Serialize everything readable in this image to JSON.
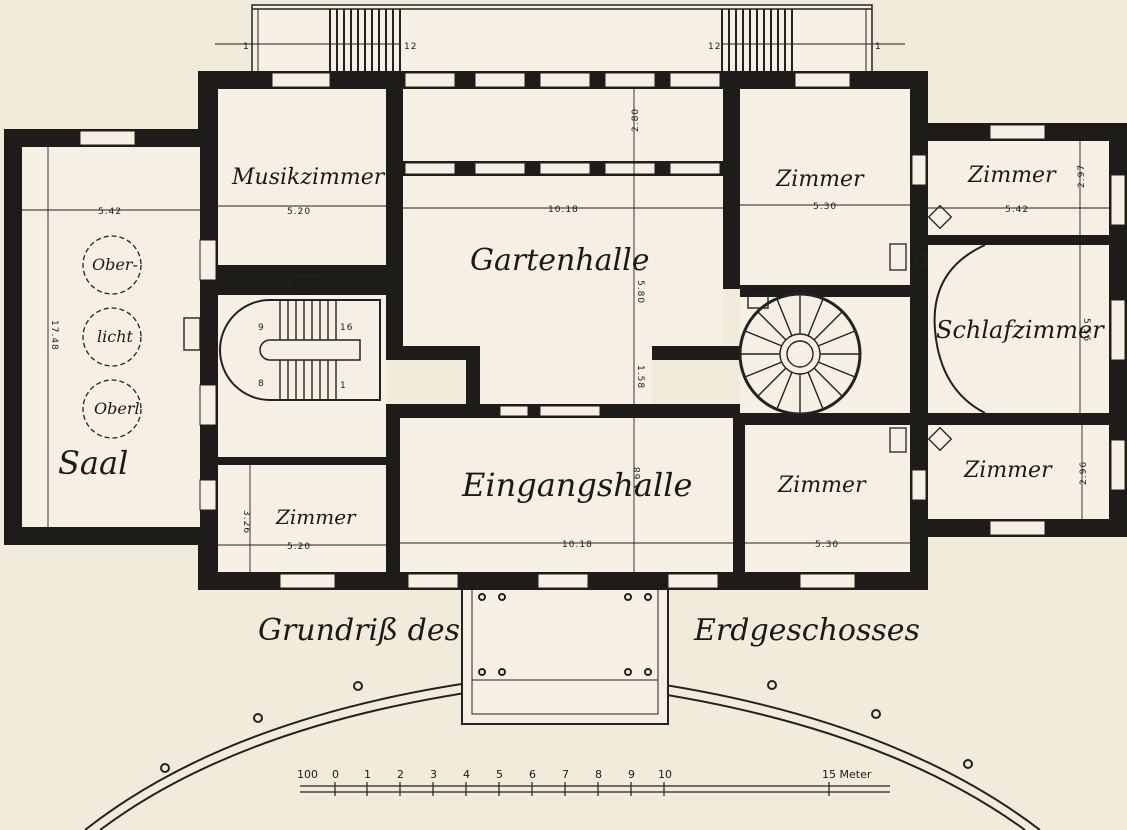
{
  "title": {
    "left": "Grundriß des",
    "right": "Erdgeschosses"
  },
  "rooms": {
    "saal": "Saal",
    "oberlicht_1": "Ober-",
    "oberlicht_2": "licht",
    "oberlicht_3": "Oberl",
    "musikzimmer": "Musikzimmer",
    "gartenhalle": "Gartenhalle",
    "zimmer_ne": "Zimmer",
    "zimmer_far_ne": "Zimmer",
    "schlafzimmer": "Schlafzimmer",
    "eingangshalle": "Eingangshalle",
    "zimmer_sw": "Zimmer",
    "zimmer_s": "Zimmer",
    "zimmer_se": "Zimmer"
  },
  "dimensions": {
    "saal_w": "5.42",
    "saal_h": "17.48",
    "musik_w": "5.20",
    "garten_w": "10.18",
    "garten_h": "5.80",
    "top_h": "2.80",
    "mid_h": "1.58",
    "zne_w": "5.30",
    "zfne_w": "5.42",
    "zfne_h": "2.97",
    "schlaf_h": "5.56",
    "eingang_w": "10.18",
    "eingang_h": "4.68",
    "zsw_w": "5.20",
    "zsw_h": "3.26",
    "zs_w": "5.30",
    "zse_h": "2.96",
    "stair_9": "9",
    "stair_8": "8",
    "stair_16": "16",
    "stair_1": "1",
    "ter_1a": "1",
    "ter_12a": "12",
    "ter_12b": "12",
    "ter_1b": "1"
  },
  "scale": {
    "ticks": [
      "0",
      "1",
      "2",
      "3",
      "4",
      "5",
      "6",
      "7",
      "8",
      "9",
      "10"
    ],
    "end": "15 Meter",
    "prefix": "100"
  }
}
